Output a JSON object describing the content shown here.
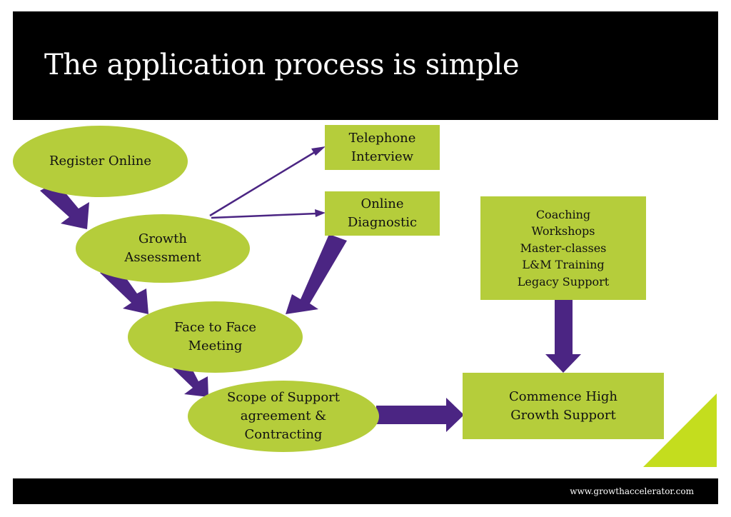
{
  "slide": {
    "title": "The application process is simple",
    "footer_url": "www.growthaccelerator.com"
  },
  "colors": {
    "header_bg": "#000000",
    "node_fill": "#b5cd3b",
    "arrow": "#4b2583",
    "corner": "#c4dd1e"
  },
  "nodes": {
    "register": [
      "Register Online"
    ],
    "growth": [
      "Growth",
      "Assessment"
    ],
    "telephone": [
      "Telephone",
      "Interview"
    ],
    "diagnostic": [
      "Online",
      "Diagnostic"
    ],
    "face": [
      "Face to Face",
      "Meeting"
    ],
    "scope": [
      "Scope of Support",
      "agreement &",
      "Contracting"
    ],
    "services": [
      "Coaching",
      "Workshops",
      "Master-classes",
      "L&M Training",
      "Legacy Support"
    ],
    "commence": [
      "Commence High",
      "Growth Support"
    ]
  }
}
